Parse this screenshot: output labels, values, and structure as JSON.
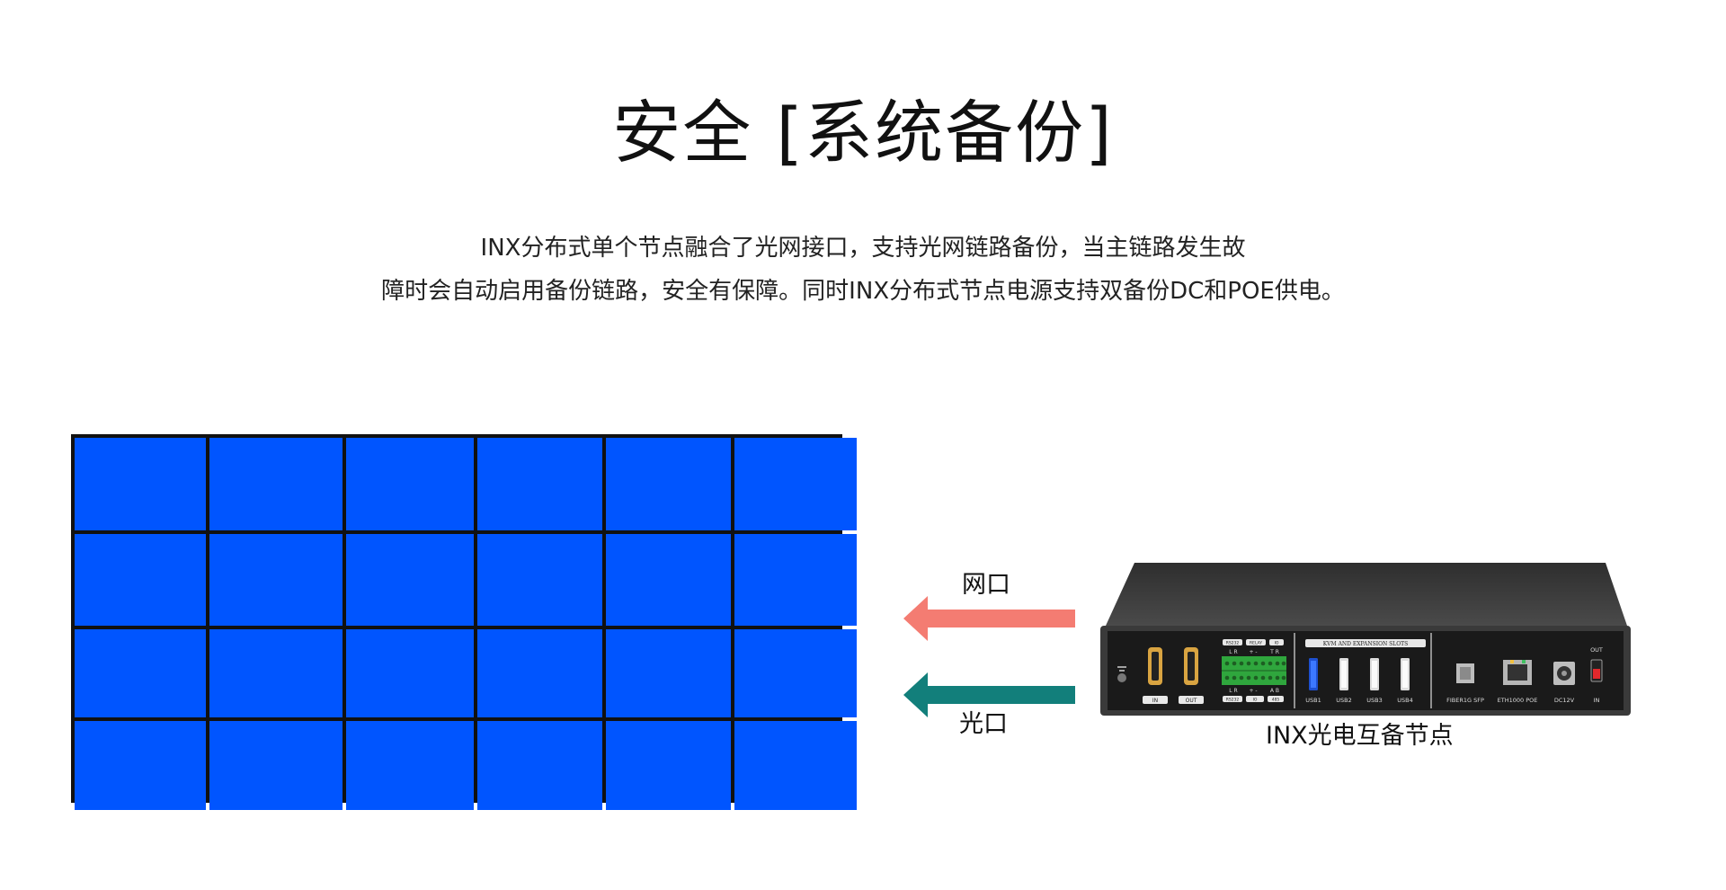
{
  "title": "安全 [系统备份]",
  "description": {
    "line1": "INX分布式单个节点融合了光网接口，支持光网链路备份，当主链路发生故",
    "line2": "障时会自动启用备份链路，安全有保障。同时INX分布式节点电源支持双备份DC和POE供电。"
  },
  "video_wall": {
    "rows": 4,
    "cols": 6,
    "cell_color": "#0055ff",
    "border_color": "#111111"
  },
  "links": {
    "network": {
      "label": "网口",
      "color": "#f47c72"
    },
    "fiber": {
      "label": "光口",
      "color": "#127f7b"
    }
  },
  "device": {
    "name": "INX光电互备节点",
    "body_color": "#3a3a3a",
    "panel_color": "#1c1c1c",
    "port_labels": {
      "hdmi_in": "IN",
      "hdmi_out": "OUT",
      "slot_title": "KVM AND EXPANSION SLOTS",
      "usb1": "USB1",
      "usb2": "USB2",
      "usb3": "USB3",
      "usb4": "USB4",
      "fiber": "FIBER1G SFP",
      "eth": "ETH1000 POE",
      "dc": "DC12V",
      "switch_out": "OUT",
      "switch_in": "IN",
      "terminal_top": [
        "L R",
        "+ - ",
        "T R"
      ],
      "terminal_bottom": [
        "L R",
        "+ - ",
        "A B"
      ],
      "badge_top": [
        "RS232",
        "RELAY",
        "IO"
      ],
      "badge_bottom": [
        "RS232",
        "IO",
        "485"
      ]
    }
  }
}
